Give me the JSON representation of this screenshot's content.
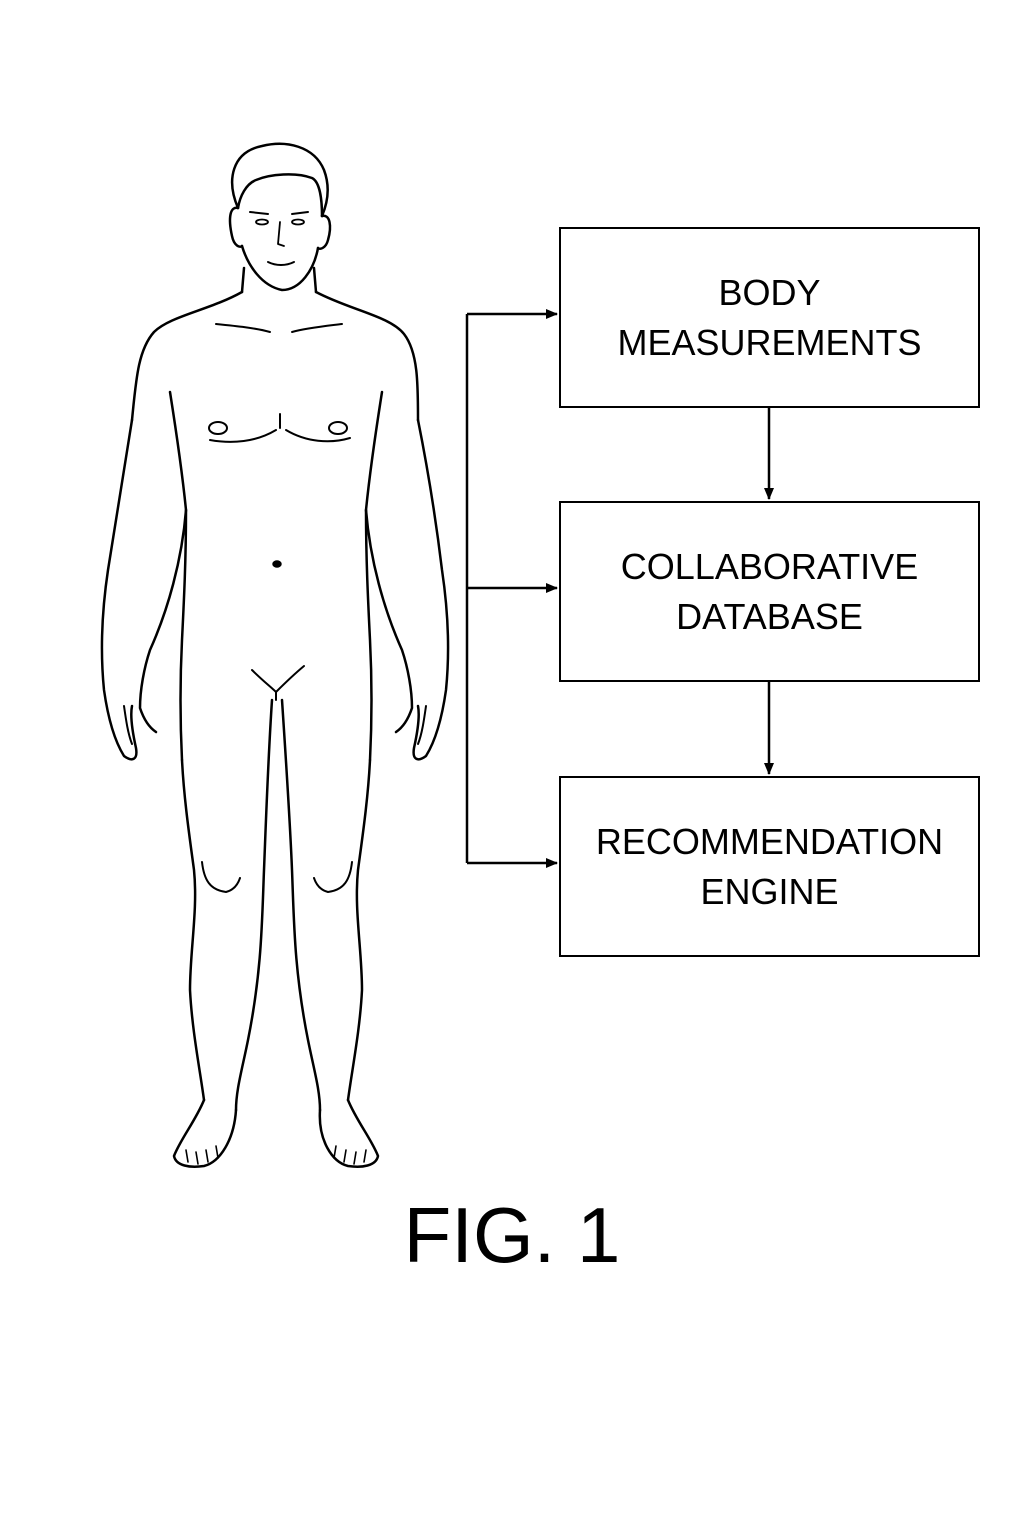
{
  "diagram": {
    "boxes": [
      {
        "id": "body-measurements",
        "lines": [
          "BODY",
          "MEASUREMENTS"
        ]
      },
      {
        "id": "collaborative-database",
        "lines": [
          "COLLABORATIVE",
          "DATABASE"
        ]
      },
      {
        "id": "recommendation-engine",
        "lines": [
          "RECOMMENDATION",
          "ENGINE"
        ]
      }
    ],
    "figure_label": "FIG. 1"
  },
  "colors": {
    "line": "#000000",
    "background": "#ffffff"
  },
  "icons": {
    "figure": "human-body-outline-icon"
  }
}
